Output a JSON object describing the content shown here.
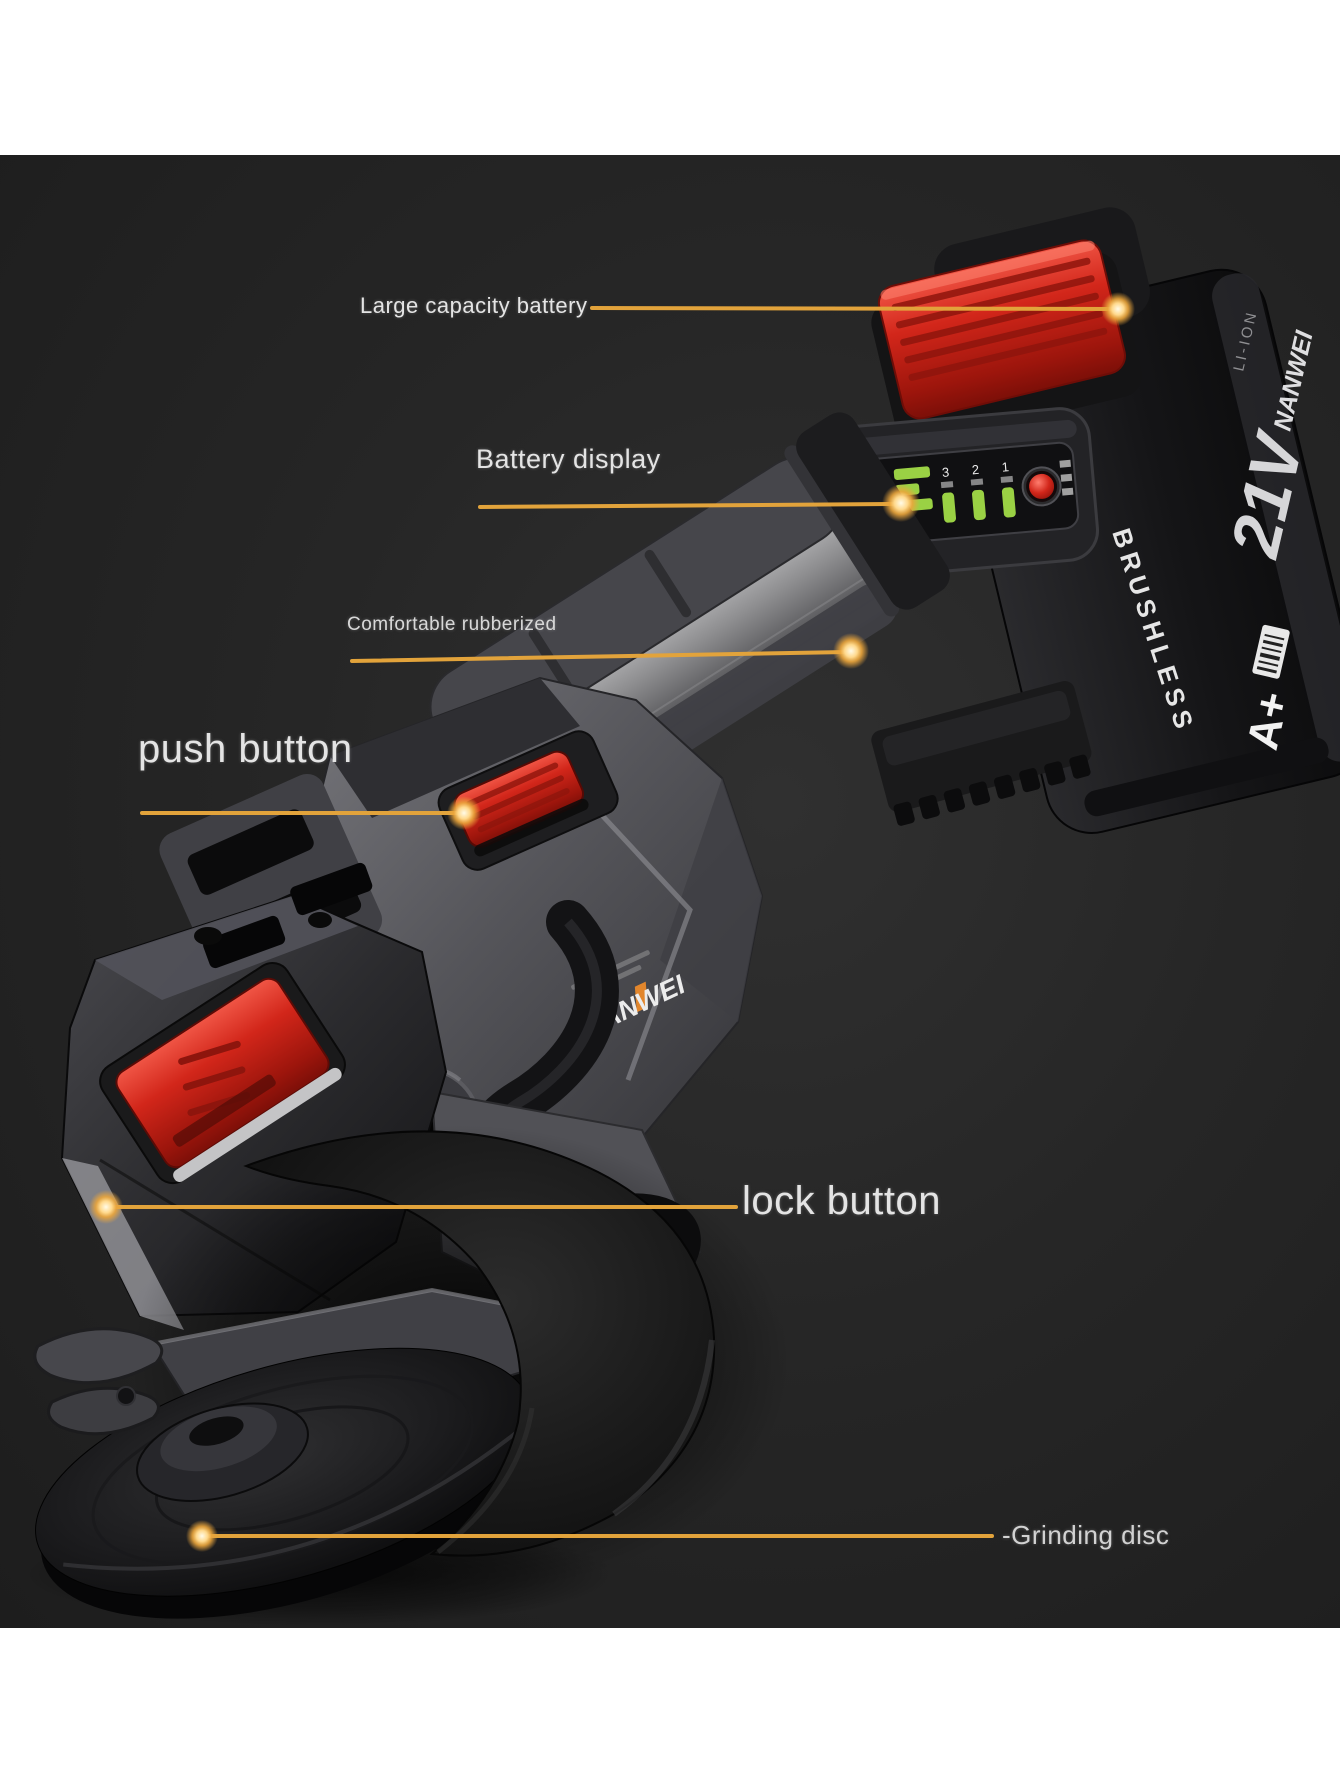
{
  "annotations": {
    "large_capacity_battery": "Large capacity battery",
    "battery_display": "Battery display",
    "comfortable_rubberized": "Comfortable rubberized",
    "push_button": "push button",
    "lock_button": "lock button",
    "grinding_disc": "-Grinding disc"
  },
  "product": {
    "brand": "NANWEI",
    "motor": "BRUSHLESS",
    "battery": {
      "voltage": "21V",
      "chemistry": "LI-ION",
      "grade": "A+",
      "gauge_levels": [
        "3",
        "2",
        "1"
      ]
    }
  },
  "colors": {
    "photo_background": "#262626",
    "annotation_line": "#e2a33b",
    "annotation_dot_core": "#fff8e0",
    "label_text": "#e4e4e4",
    "accent_red": "#d7261d",
    "led_green": "#9ad144",
    "metal_silver": "#b9b9bb"
  }
}
